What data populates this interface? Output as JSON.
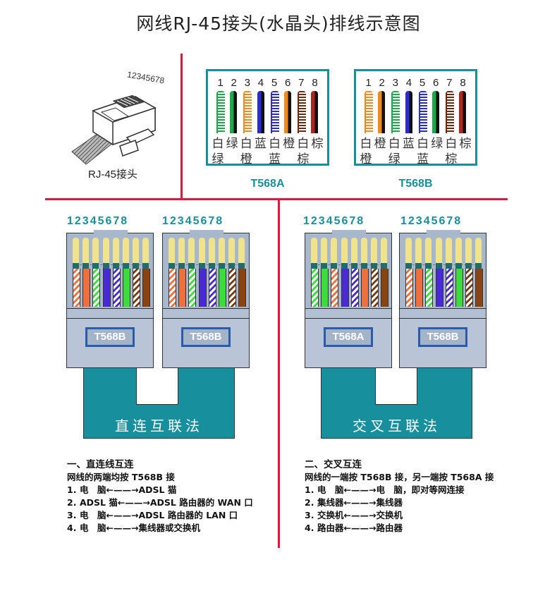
{
  "title": "网线RJ-45接头(水晶头)排线示意图",
  "colors": {
    "divider": "#e0173a",
    "accent_teal": "#1a8f98",
    "cable_teal": "#178f9d",
    "badge_blue": "#2a5cab",
    "plug_gray": "#a8b7cc"
  },
  "plug_illustration": {
    "pin_numbers": "12345678",
    "label": "RJ-45接头",
    "icon": "rj45-plug-icon"
  },
  "standards": [
    {
      "name": "T568A",
      "pins": [
        "1",
        "2",
        "3",
        "4",
        "5",
        "6",
        "7",
        "8"
      ],
      "row1": [
        "白",
        "绿",
        "白",
        "蓝",
        "白",
        "橙",
        "白",
        "棕"
      ],
      "row2": [
        "绿",
        "",
        "橙",
        "",
        "蓝",
        "",
        "棕",
        ""
      ],
      "wires": [
        "white-green",
        "green",
        "white-orange",
        "blue",
        "white-blue",
        "orange",
        "white-brown",
        "brown"
      ]
    },
    {
      "name": "T568B",
      "pins": [
        "1",
        "2",
        "3",
        "4",
        "5",
        "6",
        "7",
        "8"
      ],
      "row1": [
        "白",
        "橙",
        "白",
        "蓝",
        "白",
        "绿",
        "白",
        "棕"
      ],
      "row2": [
        "橙",
        "",
        "绿",
        "",
        "蓝",
        "",
        "棕",
        ""
      ],
      "wires": [
        "white-orange",
        "orange",
        "white-green",
        "blue",
        "white-blue",
        "green",
        "white-brown",
        "brown"
      ]
    }
  ],
  "wire_colors": {
    "white-green": {
      "base": "#ffffff",
      "stripe": "#1fa84a"
    },
    "green": {
      "base": "#1fa84a",
      "stripe": null
    },
    "white-orange": {
      "base": "#ffffff",
      "stripe": "#f08a1d"
    },
    "orange": {
      "base": "#f08a1d",
      "stripe": null
    },
    "white-blue": {
      "base": "#ffffff",
      "stripe": "#2b2bd0"
    },
    "blue": {
      "base": "#2b2bd0",
      "stripe": null
    },
    "white-brown": {
      "base": "#ffffff",
      "stripe": "#6b2a10"
    },
    "brown": {
      "base": "#b0261f",
      "stripe": null
    }
  },
  "connector_wire_colors": {
    "white-green": {
      "base": "#ffffff",
      "stripe": "#3ddc3d"
    },
    "green": {
      "base": "#3ddc3d",
      "stripe": null
    },
    "white-orange": {
      "base": "#ffffff",
      "stripe": "#f0703d"
    },
    "orange": {
      "base": "#f0703d",
      "stripe": null
    },
    "white-blue": {
      "base": "#ffffff",
      "stripe": "#4a2ad6"
    },
    "blue": {
      "base": "#4a2ad6",
      "stripe": null
    },
    "white-brown": {
      "base": "#ffffff",
      "stripe": "#7a3a10"
    },
    "brown": {
      "base": "#8a4410",
      "stripe": null
    }
  },
  "straight": {
    "pin_numbers": "12345678",
    "left_standard": "T568B",
    "right_standard": "T568B",
    "cable_label": "直连互联法",
    "notes": {
      "heading": "一、直连线互连",
      "subheading": "网线的两端均按 T568B 接",
      "items": [
        {
          "num": "1.",
          "left": "电　脑",
          "right": "ADSL 猫"
        },
        {
          "num": "2.",
          "left": "ADSL 猫",
          "right": "ADSL 路由器的 WAN 口"
        },
        {
          "num": "3.",
          "left": "电　脑",
          "right": "ADSL 路由器的 LAN 口"
        },
        {
          "num": "4.",
          "left": "电　脑",
          "right": "集线器或交换机"
        }
      ]
    }
  },
  "crossover": {
    "pin_numbers": "12345678",
    "left_standard": "T568A",
    "right_standard": "T568B",
    "cable_label": "交叉互联法",
    "notes": {
      "heading": "二、交叉互连",
      "subheading": "网线的一端按 T568B 接，另一端按 T568A 接",
      "items": [
        {
          "num": "1.",
          "left": "电　脑",
          "right": "电　脑，即对等网连接"
        },
        {
          "num": "2.",
          "left": "集线器",
          "right": "集线器"
        },
        {
          "num": "3.",
          "left": "交换机",
          "right": "交换机"
        },
        {
          "num": "4.",
          "left": "路由器",
          "right": "路由器"
        }
      ]
    }
  },
  "arrow": "←——→"
}
